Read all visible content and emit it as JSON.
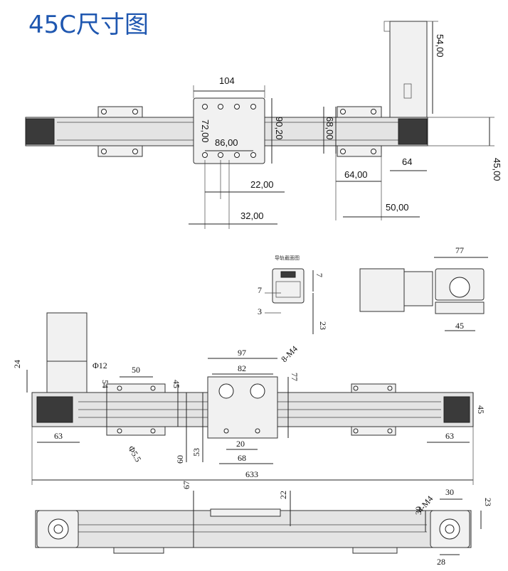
{
  "title": "45C尺寸图",
  "rail_section_label": "导轨截面图",
  "top_view": {
    "carriage_width": "104",
    "hole_span_y": "72,00",
    "hole_span_x": "86,00",
    "carriage_height": "90,20",
    "bracket_span": "68,00",
    "motor_length": "54,00",
    "end_width": "64",
    "bracket_width": "64,00",
    "body_height": "45,00",
    "offset_a": "22,00",
    "offset_b": "32,00",
    "bracket_offset": "50,00"
  },
  "section": {
    "dim_7a": "7",
    "dim_7b": "7",
    "dim_3": "3",
    "dim_23": "23"
  },
  "end_view": {
    "width_top": "77",
    "width_bottom": "45"
  },
  "front_view": {
    "dim_24": "24",
    "dim_phi12": "Φ12",
    "dim_50": "50",
    "dim_54": "54",
    "dim_45_left": "45",
    "dim_97": "97",
    "dim_82": "82",
    "dim_8m4": "8-M4",
    "dim_77": "77",
    "dim_45_right": "45",
    "dim_63_left": "63",
    "dim_phi55": "Φ5.5",
    "dim_60": "60",
    "dim_53": "53",
    "dim_20": "20",
    "dim_68": "68",
    "dim_63_right": "63",
    "dim_633": "633"
  },
  "bottom_view": {
    "dim_67": "67",
    "dim_22": "22",
    "dim_4m4": "4-M4",
    "dim_30a": "30",
    "dim_30b": "30",
    "dim_23": "23",
    "dim_28": "28"
  }
}
